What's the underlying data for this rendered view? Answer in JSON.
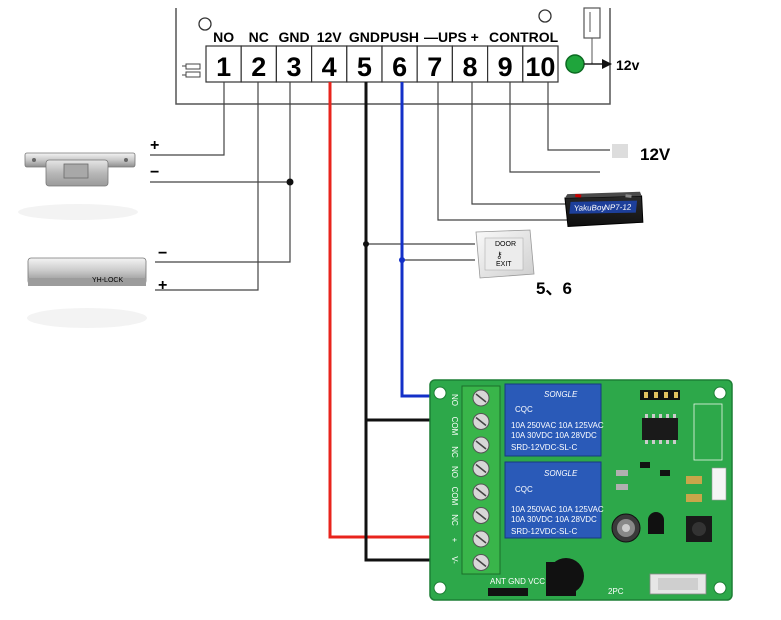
{
  "controller": {
    "terminals": [
      {
        "num": "1",
        "label": "NO"
      },
      {
        "num": "2",
        "label": "NC"
      },
      {
        "num": "3",
        "label": "GND"
      },
      {
        "num": "4",
        "label": "12V"
      },
      {
        "num": "5",
        "label": "GND"
      },
      {
        "num": "6",
        "label": "PUSH"
      },
      {
        "num": "7",
        "label": ""
      },
      {
        "num": "8",
        "label": ""
      },
      {
        "num": "9",
        "label": ""
      },
      {
        "num": "10",
        "label": ""
      }
    ],
    "ups_label": "—UPS +",
    "control_label": "CONTROL",
    "output_label": "12v"
  },
  "labels": {
    "power_12v": "12V",
    "exit_terminals": "5、6"
  },
  "strike_lock": {
    "plus": "+",
    "minus": "−"
  },
  "mag_lock": {
    "minus": "−",
    "plus": "+",
    "brand": "YH-LOCK"
  },
  "battery": {
    "brand": "YakuBoy",
    "model": "NP7-12"
  },
  "exit_button": {
    "top": "DOOR",
    "bottom": "EXIT"
  },
  "relay_board": {
    "relay_brand": "SONGLE",
    "relay_cert": "CQC",
    "relay_rating1": "10A 250VAC  10A  125VAC",
    "relay_rating2": "10A  30VDC  10A   28VDC",
    "relay_model": "SRD-12VDC-SL-C",
    "terminal_labels": [
      "NO",
      "COM",
      "NC",
      "NO",
      "COM",
      "NC",
      "+",
      "V-"
    ],
    "bottom_pins": "ANT GND VCC",
    "module": "2PC"
  },
  "colors": {
    "red_wire": "#e8241c",
    "blue_wire": "#1330c8",
    "pcb_green": "#2da84a",
    "relay_blue": "#2a5ab8",
    "terminal_green": "#39b54a"
  }
}
